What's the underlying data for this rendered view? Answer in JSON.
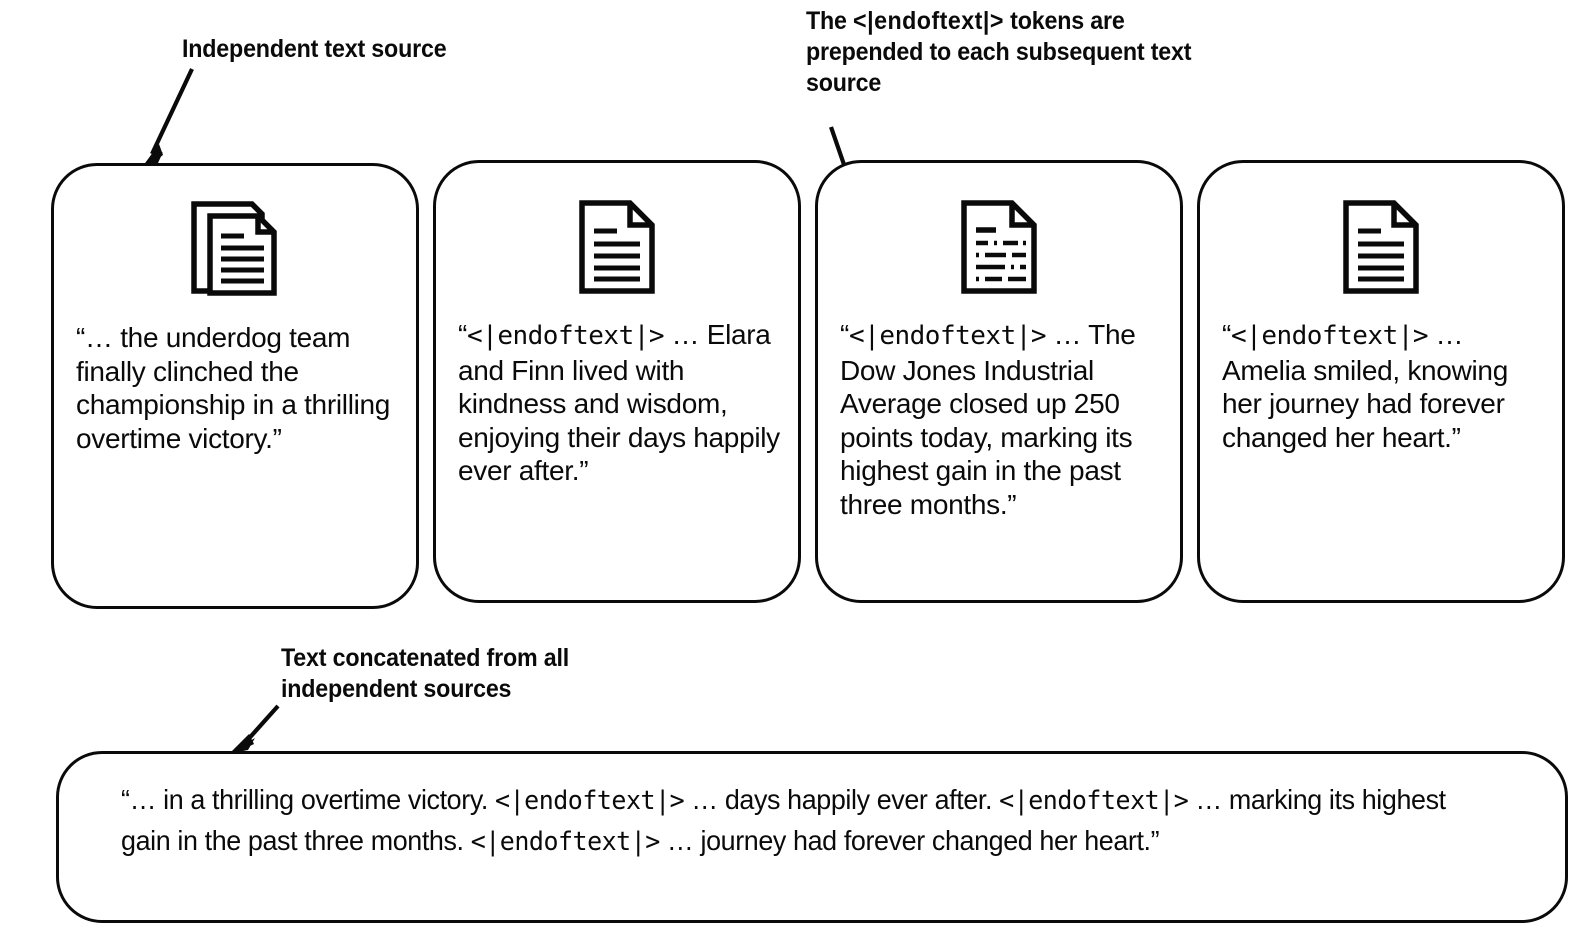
{
  "diagram": {
    "title": "Text source concatenation with endoftext tokens",
    "background_color": "#ffffff",
    "stroke_color": "#0a0a0a"
  },
  "annotations": {
    "independent_source": "Independent text source",
    "prepended_tokens_pre": "The ",
    "prepended_tokens_token": "<|endoftext|>",
    "prepended_tokens_post": " tokens are prepended to each subsequent text source",
    "concatenated": "Text concatenated from all independent sources"
  },
  "cards": [
    {
      "icon": "stacked-document-icon",
      "icon_variant": "stacked",
      "has_token_prefix": false,
      "token": "",
      "quote_open": "“… the underdog team finally clinched the championship in a thrilling overtime victory.”",
      "text_after_token": ""
    },
    {
      "icon": "document-lines-icon",
      "icon_variant": "lines",
      "has_token_prefix": true,
      "token": "<|endoftext|>",
      "quote_open": "“",
      "text_after_token": " … Elara and Finn lived with kindness and wisdom, enjoying their days happily ever after.”"
    },
    {
      "icon": "document-data-icon",
      "icon_variant": "data",
      "has_token_prefix": true,
      "token": "<|endoftext|>",
      "quote_open": "“",
      "text_after_token": " … The Dow Jones Industrial Average closed up 250 points today, marking its highest gain in the past three months.”"
    },
    {
      "icon": "document-lines-icon",
      "icon_variant": "lines",
      "has_token_prefix": true,
      "token": "<|endoftext|>",
      "quote_open": "“",
      "text_after_token": " … Amelia smiled, knowing her journey had forever changed her heart.”"
    }
  ],
  "concatenated_box": {
    "segments": [
      {
        "type": "text",
        "value": "“… in a thrilling overtime victory. "
      },
      {
        "type": "token",
        "value": "<|endoftext|>"
      },
      {
        "type": "text",
        "value": " … days happily ever after. "
      },
      {
        "type": "token",
        "value": "<|endoftext|>"
      },
      {
        "type": "text",
        "value": " … marking its highest gain in the past three months. "
      },
      {
        "type": "token",
        "value": "<|endoftext|>"
      },
      {
        "type": "text",
        "value": " … journey had forever changed her heart.”"
      }
    ],
    "full_text": "“… in a thrilling overtime victory. <|endoftext|> … days happily ever after. <|endoftext|> … marking its highest gain in the past three months. <|endoftext|> … journey had forever changed her heart.”"
  }
}
